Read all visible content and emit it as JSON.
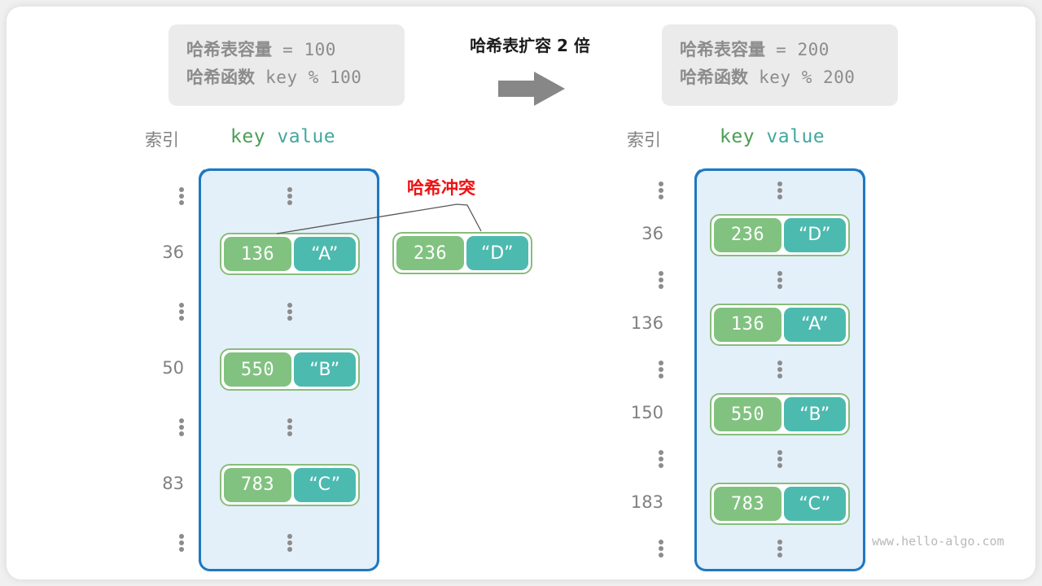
{
  "title": "哈希表扩容 2 倍",
  "arrow_icon": "right-arrow-icon",
  "watermark": "www.hello-algo.com",
  "colors": {
    "key_cell": "#81c280",
    "value_cell": "#4dbab0",
    "pair_border": "#89bd7c",
    "bucket_fill": "#e3eff9",
    "bucket_border": "#1f78c1",
    "collision_text": "#ee1111",
    "info_box_bg": "#ebebeb",
    "muted_text": "#808080"
  },
  "left": {
    "info": {
      "line1_label": "哈希表容量",
      "line1_value": "= 100",
      "line2_label": "哈希函数",
      "line2_value": "key % 100"
    },
    "header": {
      "index": "索引",
      "key": "key",
      "value": "value"
    },
    "rows": [
      {
        "index": "",
        "index_dots": true,
        "pair": null
      },
      {
        "index": "36",
        "index_dots": false,
        "pair": {
          "key": "136",
          "value": "“A”"
        }
      },
      {
        "index": "",
        "index_dots": true,
        "pair": null
      },
      {
        "index": "50",
        "index_dots": false,
        "pair": {
          "key": "550",
          "value": "“B”"
        }
      },
      {
        "index": "",
        "index_dots": true,
        "pair": null
      },
      {
        "index": "83",
        "index_dots": false,
        "pair": {
          "key": "783",
          "value": "“C”"
        }
      },
      {
        "index": "",
        "index_dots": true,
        "pair": null
      }
    ],
    "collision": {
      "label": "哈希冲突",
      "pair": {
        "key": "236",
        "value": "“D”"
      }
    }
  },
  "right": {
    "info": {
      "line1_label": "哈希表容量",
      "line1_value": "= 200",
      "line2_label": "哈希函数",
      "line2_value": "key % 200"
    },
    "header": {
      "index": "索引",
      "key": "key",
      "value": "value"
    },
    "rows": [
      {
        "index": "",
        "index_dots": true,
        "pair": null
      },
      {
        "index": "36",
        "index_dots": false,
        "pair": {
          "key": "236",
          "value": "“D”"
        }
      },
      {
        "index": "",
        "index_dots": true,
        "pair": null
      },
      {
        "index": "136",
        "index_dots": false,
        "pair": {
          "key": "136",
          "value": "“A”"
        }
      },
      {
        "index": "",
        "index_dots": true,
        "pair": null
      },
      {
        "index": "150",
        "index_dots": false,
        "pair": {
          "key": "550",
          "value": "“B”"
        }
      },
      {
        "index": "",
        "index_dots": true,
        "pair": null
      },
      {
        "index": "183",
        "index_dots": false,
        "pair": {
          "key": "783",
          "value": "“C”"
        }
      },
      {
        "index": "",
        "index_dots": true,
        "pair": null
      }
    ]
  }
}
